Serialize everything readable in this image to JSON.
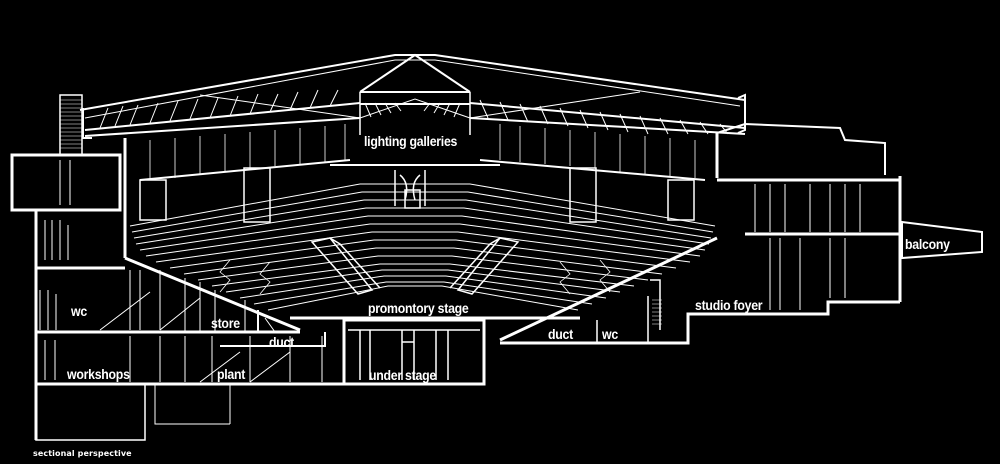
{
  "diagram": {
    "type": "architectural sectional perspective",
    "caption": "sectional perspective",
    "colors": {
      "background": "#000000",
      "linework": "#ffffff"
    },
    "labels": {
      "lighting_galleries": "lighting galleries",
      "balcony": "balcony",
      "studio_foyer": "studio foyer",
      "wc_left": "wc",
      "store": "store",
      "duct_left": "duct",
      "promontory_stage": "promontory stage",
      "duct_right": "duct",
      "wc_right": "wc",
      "workshops": "workshops",
      "plant": "plant",
      "under_stage": "under stage"
    }
  }
}
